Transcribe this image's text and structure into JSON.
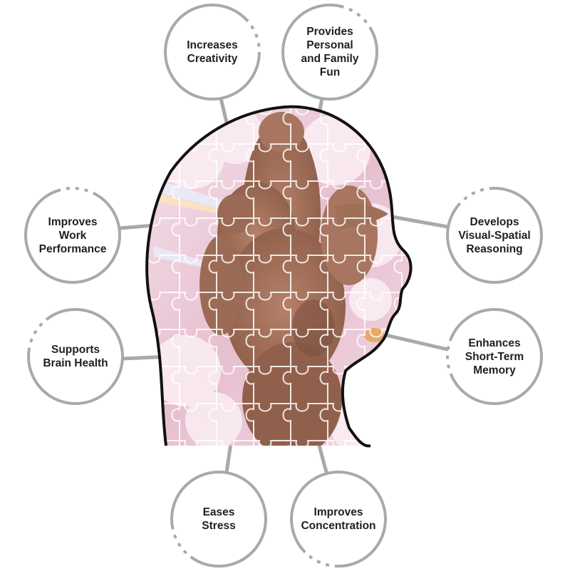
{
  "benefits": [
    {
      "id": "creativity",
      "label": "Increases\nCreativity"
    },
    {
      "id": "family-fun",
      "label": "Provides\nPersonal\nand Family\nFun"
    },
    {
      "id": "work-performance",
      "label": "Improves\nWork\nPerformance"
    },
    {
      "id": "visual-spatial",
      "label": "Develops\nVisual-Spatial\nReasoning"
    },
    {
      "id": "brain-health",
      "label": "Supports\nBrain Health"
    },
    {
      "id": "short-term-memory",
      "label": "Enhances\nShort-Term\nMemory"
    },
    {
      "id": "stress",
      "label": "Eases\nStress"
    },
    {
      "id": "concentration",
      "label": "Improves\nConcentration"
    }
  ],
  "colors": {
    "ring": "#a9a9a9",
    "connector": "#a9a9a9",
    "head_outline": "#111111",
    "head_fill_light": "#f3dbe6",
    "head_fill_mid": "#d9aebd",
    "fur": "#a06f58",
    "fur_dark": "#7b5040",
    "puzzle_lines": "#ffffff",
    "text": "#1f1f1f"
  }
}
